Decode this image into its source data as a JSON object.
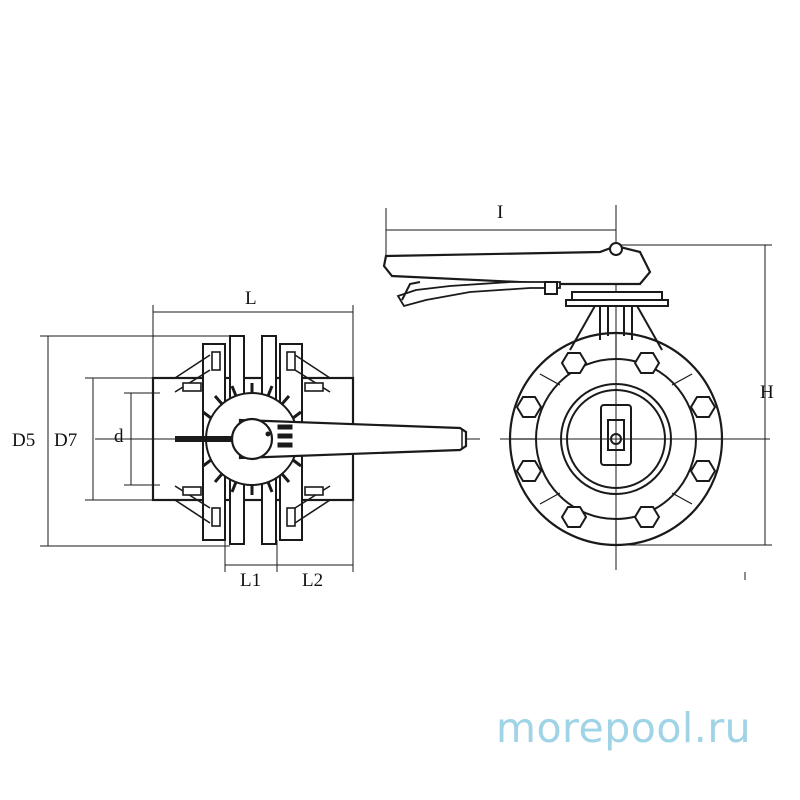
{
  "dimensions": {
    "L": "L",
    "D5": "D5",
    "D7": "D7",
    "d": "d",
    "L1": "L1",
    "L2": "L2",
    "I": "I",
    "H": "H"
  },
  "watermark": "morepool.ru",
  "colors": {
    "line": "#1a1a1a",
    "watermark": "#9fd3e6"
  }
}
